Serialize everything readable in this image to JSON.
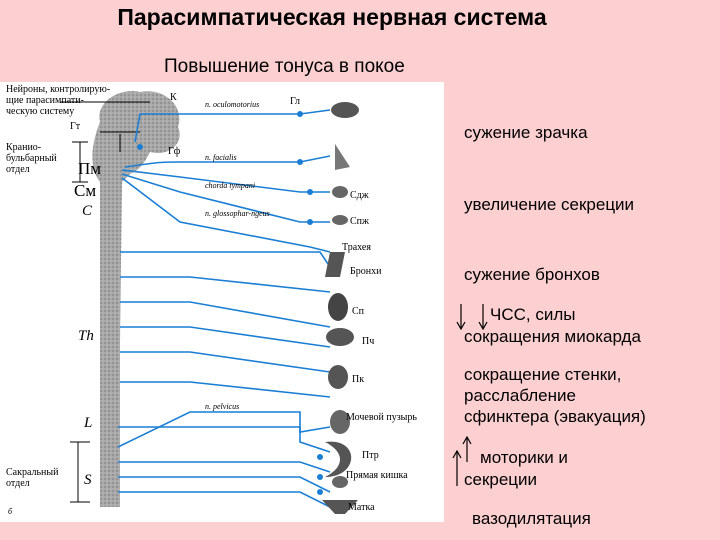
{
  "title": "Парасимпатическая нервная система",
  "subtitle": "Повышение тонуса в покое",
  "diagram": {
    "left_labels": {
      "neurons": "Нейроны, контролирую-",
      "neurons2": "щие парасимпати-",
      "neurons3": "ческую систему",
      "kranio": "Кранио-",
      "kranio2": "бульбарный",
      "kranio3": "отдел",
      "sacral": "Сакральный",
      "sacral2": "отдел"
    },
    "segments": {
      "k": "К",
      "gt": "Гт",
      "gf": "Гф",
      "pm": "Пм",
      "sm": "См",
      "c": "C",
      "th": "Th",
      "l": "L",
      "s": "S",
      "b": "б"
    },
    "nerves": {
      "oculomotorius": "n. oculomotorius",
      "facialis": "n. facialis",
      "chorda": "chorda tympani",
      "glosso": "n. glossophar-ngeus",
      "pelvicus": "n. pelvicus"
    },
    "organs": {
      "gl": "Гл",
      "sdzh": "Сдж",
      "spzh": "Спж",
      "trachea": "Трахея",
      "bronchi": "Бронхи",
      "sp": "Сп",
      "pch": "Пч",
      "pk": "Пк",
      "bladder": "Мочевой пузырь",
      "ptr": "Птр",
      "rectum": "Прямая кишка",
      "uterus": "Матка"
    }
  },
  "effects": {
    "pupil": "сужение  зрачка",
    "secretion": "увеличение  секреции",
    "bronchi": "сужение бронхов",
    "heart1": "ЧСС, силы",
    "heart2": "сокращения миокарда",
    "bladder1": "сокращение стенки,",
    "bladder2": "расслабление",
    "bladder3": "сфинктера (эвакуация)",
    "gut1": "моторики  и",
    "gut2": "секреции",
    "vaso": "вазодилятация"
  },
  "colors": {
    "background": "#fccfd0",
    "nerve": "#1a7fd4",
    "spine": "#9a9a9a"
  }
}
